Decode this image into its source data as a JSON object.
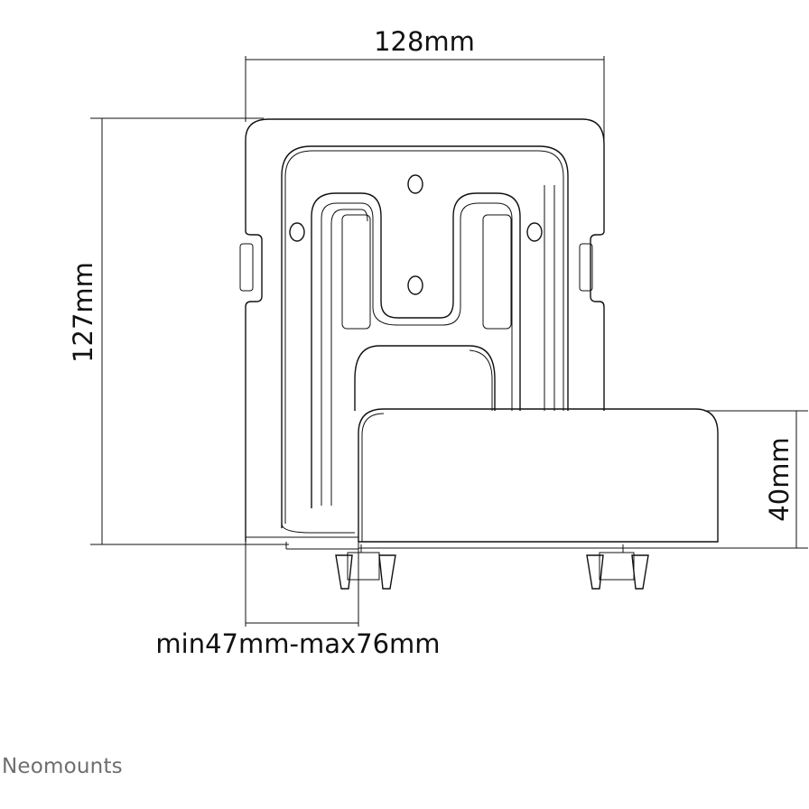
{
  "dimensions": {
    "width": "128mm",
    "height": "127mm",
    "depth": "40mm",
    "adjustable_range": "min47mm-max76mm"
  },
  "brand": {
    "logo_text": "Neomounts"
  }
}
